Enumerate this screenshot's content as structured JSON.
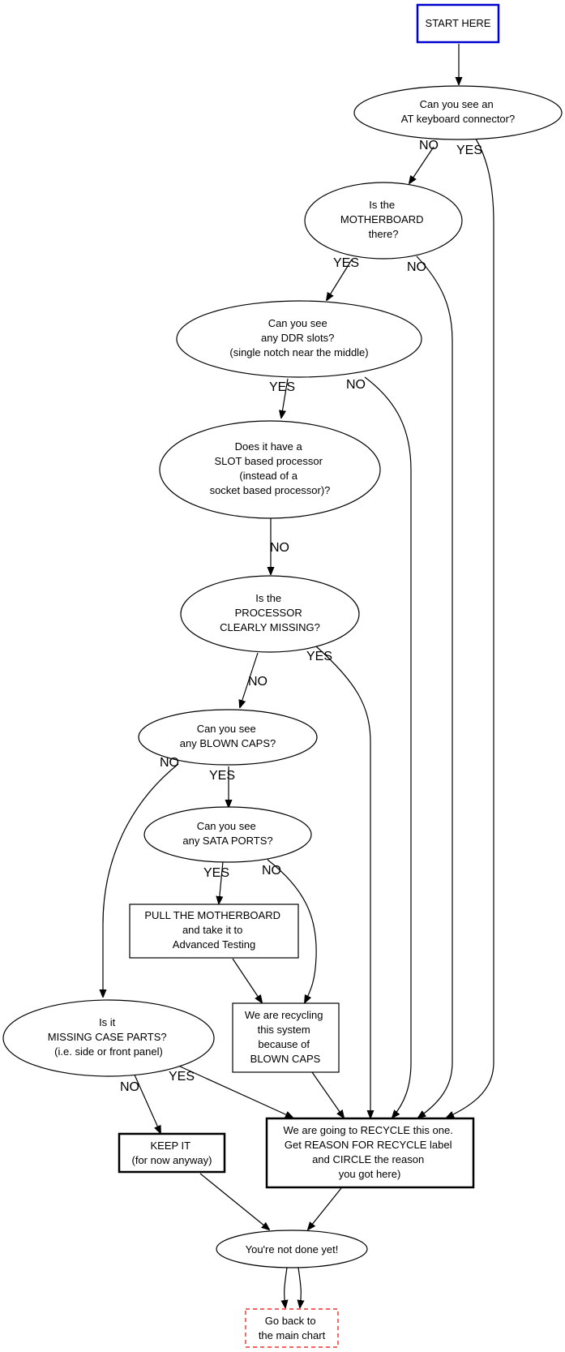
{
  "nodes": {
    "start": {
      "lines": [
        "START HERE"
      ],
      "border_color": "#0000cc"
    },
    "at_keyboard": {
      "lines": [
        "Can you see an",
        "AT keyboard connector?"
      ]
    },
    "motherboard": {
      "lines": [
        "Is the",
        "MOTHERBOARD",
        "there?"
      ]
    },
    "ddr_slots": {
      "lines": [
        "Can you see",
        "any DDR slots?",
        "(single notch near the middle)"
      ]
    },
    "slot_processor": {
      "lines": [
        "Does it have a",
        "SLOT based processor",
        "(instead of a",
        "socket based processor)?"
      ]
    },
    "processor_missing": {
      "lines": [
        "Is the",
        "PROCESSOR",
        "CLEARLY MISSING?"
      ]
    },
    "blown_caps": {
      "lines": [
        "Can you see",
        "any BLOWN CAPS?"
      ]
    },
    "sata_ports": {
      "lines": [
        "Can you see",
        "any SATA PORTS?"
      ]
    },
    "pull_motherboard": {
      "lines": [
        "PULL THE MOTHERBOARD",
        "and take it to",
        "Advanced Testing"
      ]
    },
    "recycling_blown_caps": {
      "lines": [
        "We are recycling",
        "this system",
        "because of",
        "BLOWN CAPS"
      ]
    },
    "missing_case_parts": {
      "lines": [
        "Is it",
        "MISSING CASE PARTS?",
        "(i.e. side or front panel)"
      ]
    },
    "keep_it": {
      "lines": [
        "KEEP IT",
        "(for now anyway)"
      ]
    },
    "recycle": {
      "lines": [
        "We are going to RECYCLE this one.",
        "Get REASON FOR RECYCLE label",
        "and CIRCLE the reason",
        "you got here)"
      ]
    },
    "not_done": {
      "lines": [
        "You're not done yet!"
      ]
    },
    "go_back": {
      "lines": [
        "Go back to",
        "the main chart"
      ],
      "border_color": "#ff0000"
    }
  },
  "edge_labels": {
    "at_keyboard_no": "NO",
    "at_keyboard_yes": "YES",
    "motherboard_yes": "YES",
    "motherboard_no": "NO",
    "ddr_yes": "YES",
    "ddr_no": "NO",
    "slot_no": "NO",
    "processor_yes": "YES",
    "processor_no": "NO",
    "caps_no": "NO",
    "caps_yes": "YES",
    "sata_yes": "YES",
    "sata_no": "NO",
    "case_no": "NO",
    "case_yes": "YES"
  }
}
